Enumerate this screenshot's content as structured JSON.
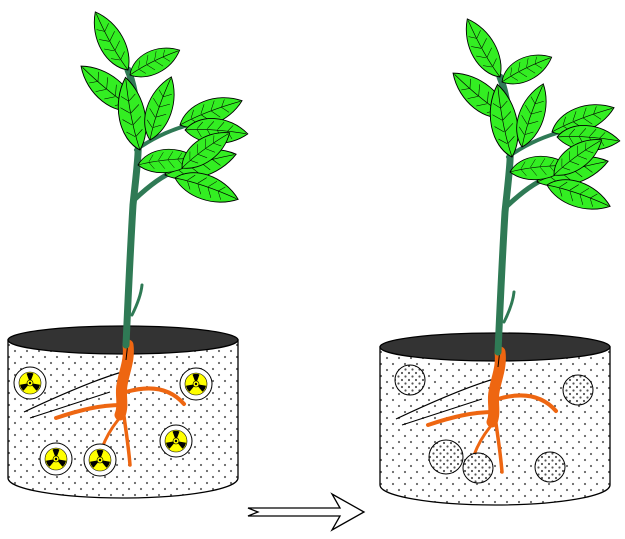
{
  "colors": {
    "leaf_fill": "#33ee22",
    "leaf_outline": "#114411",
    "stem": "#2f7a55",
    "root": "#ee6611",
    "soil_top": "#333333",
    "soil_dots": "#666666",
    "radiation_fill": "#ffff00",
    "outline": "#000000",
    "background": "#ffffff"
  },
  "panels": [
    {
      "id": "before",
      "contaminant_icon": "radiation-symbol-icon",
      "contaminant_count": 5
    },
    {
      "id": "after",
      "contaminant_icon": "dotted-particle-icon",
      "contaminant_count": 5
    }
  ],
  "arrow": {
    "icon": "right-arrow-icon",
    "direction": "right"
  }
}
